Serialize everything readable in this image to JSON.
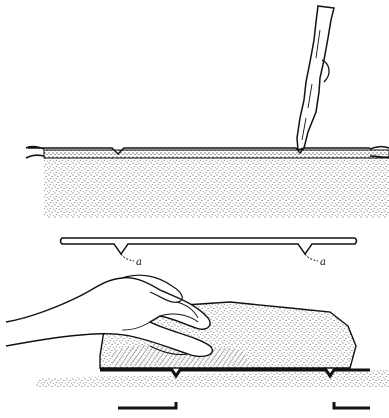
{
  "figure": {
    "ink_color": "#111111",
    "stipple_color": "#333333",
    "background": "#ffffff",
    "labels": [
      {
        "id": "fold-left",
        "text": "a"
      },
      {
        "id": "fold-right",
        "text": "a"
      }
    ]
  }
}
